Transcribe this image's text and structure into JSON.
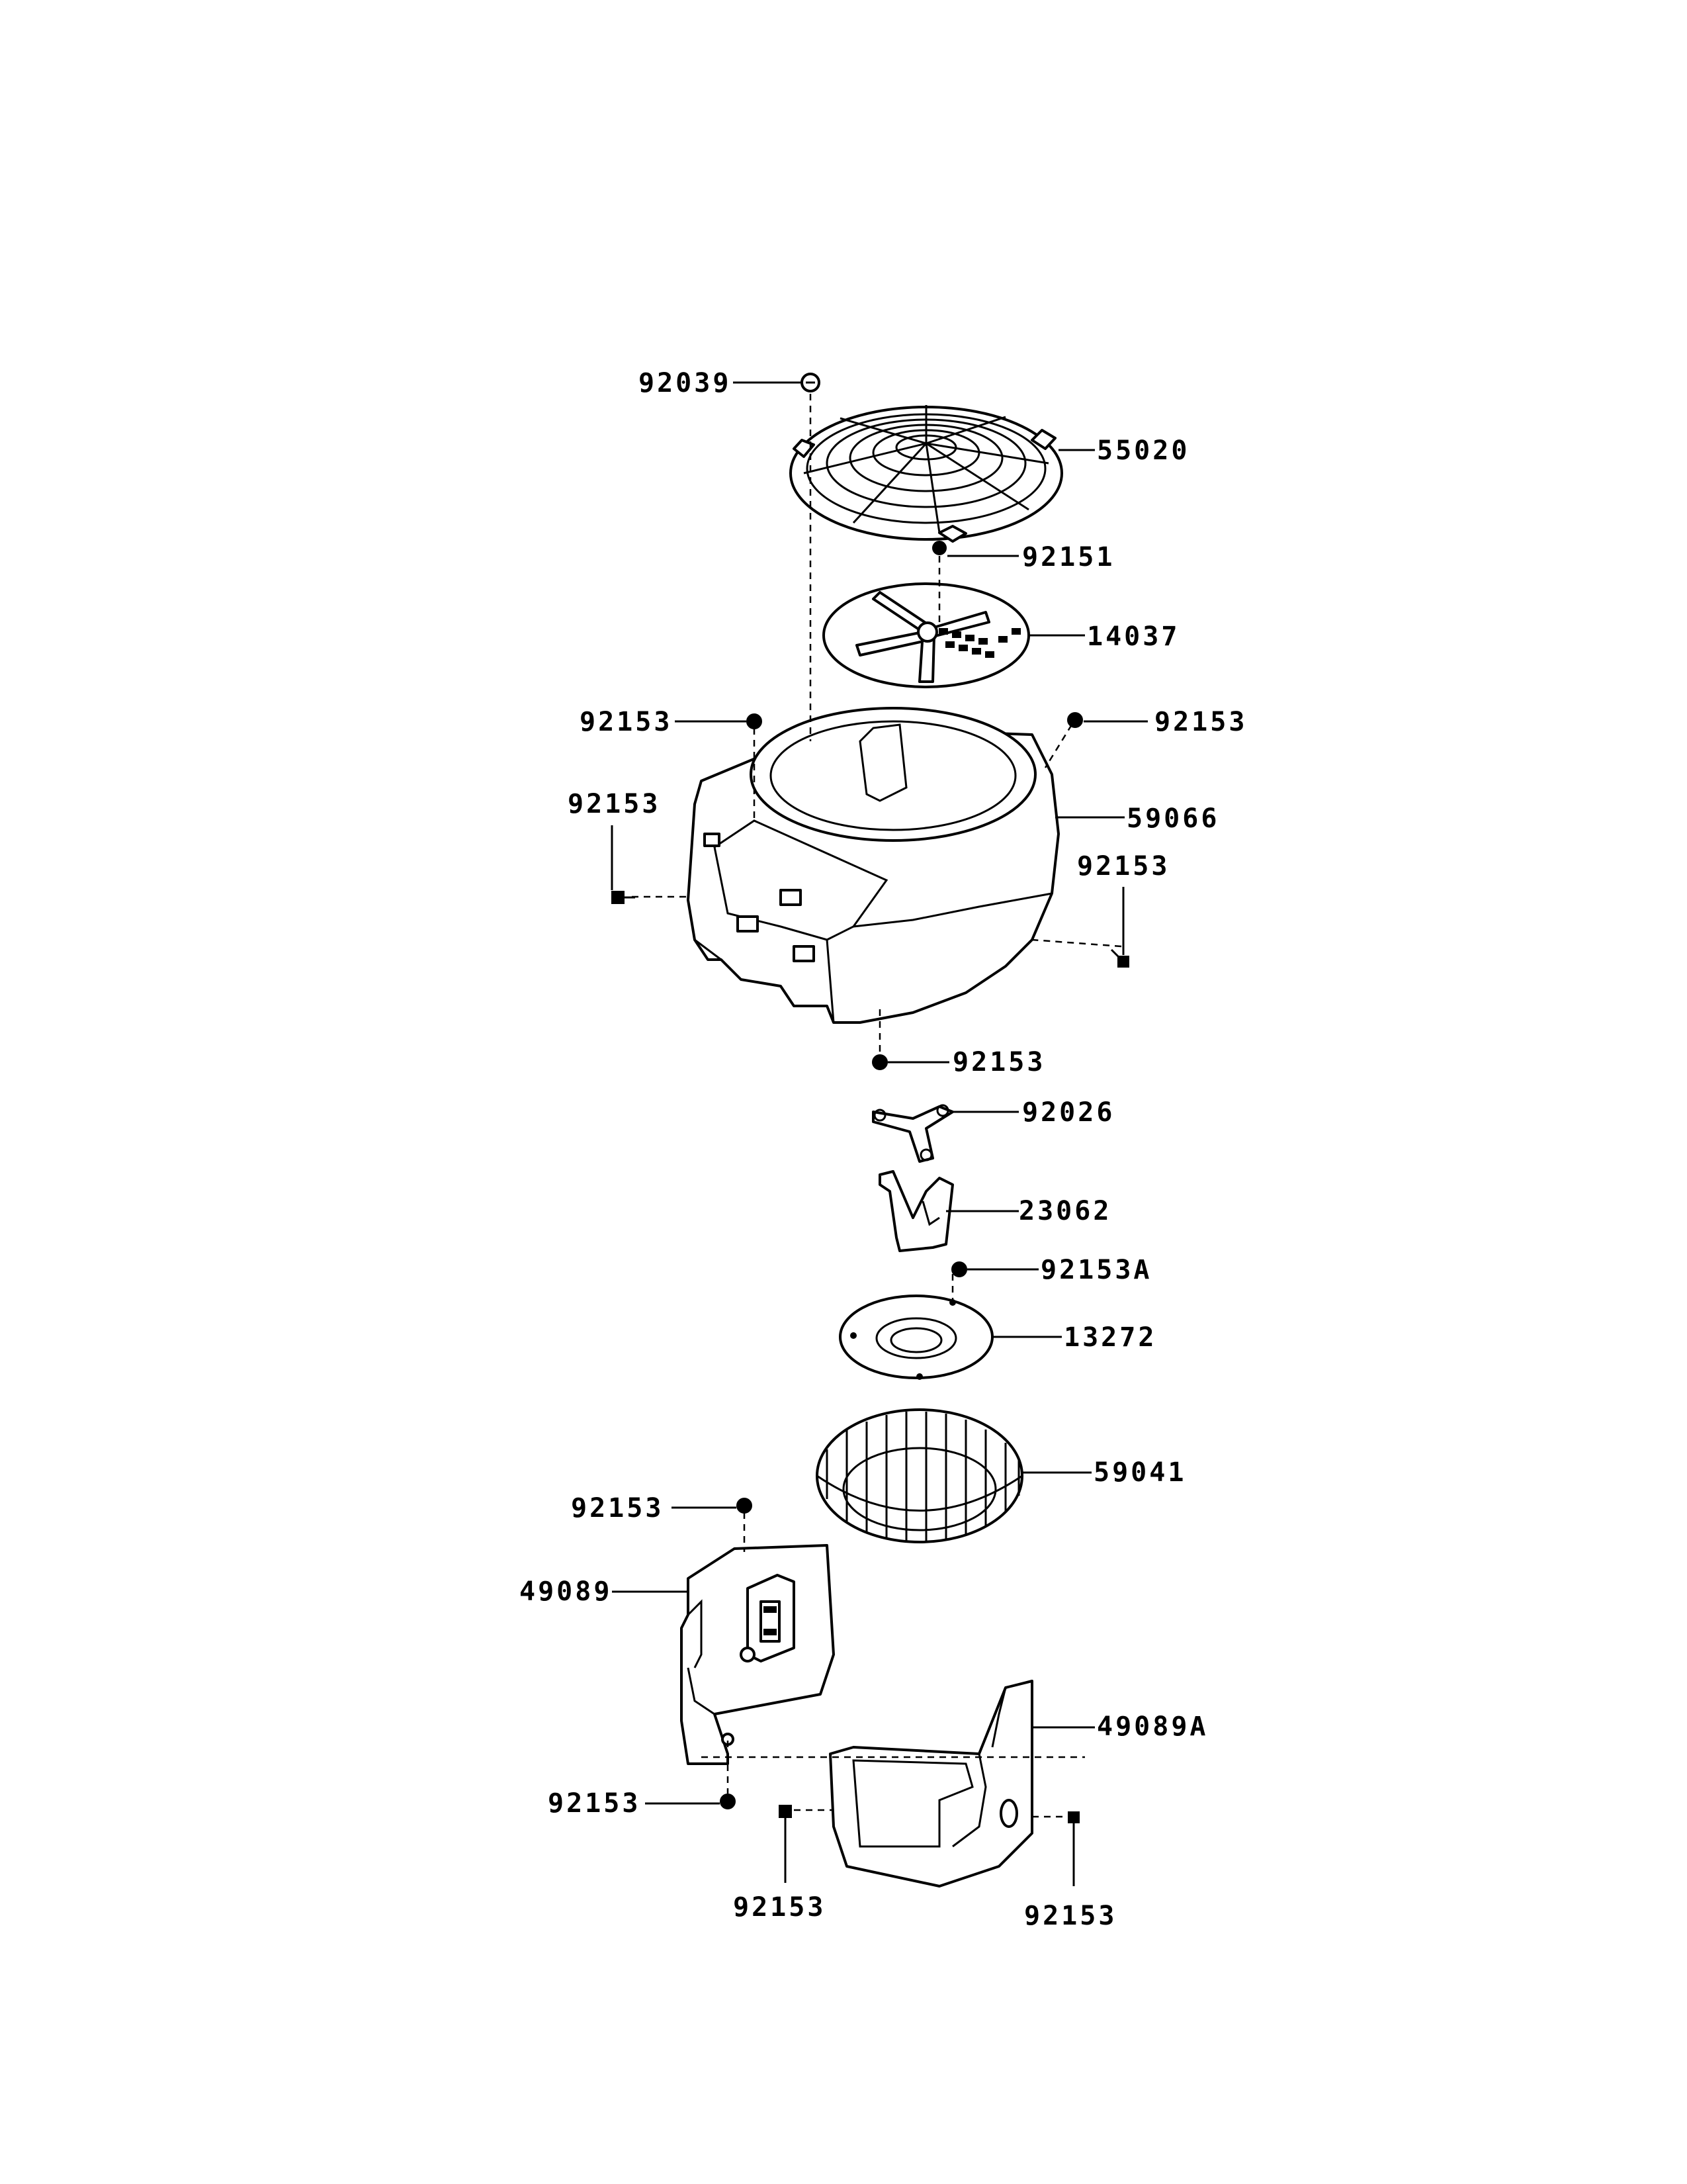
{
  "callouts": [
    {
      "id": "c01",
      "text": "92039"
    },
    {
      "id": "c02",
      "text": "55020"
    },
    {
      "id": "c03",
      "text": "92151"
    },
    {
      "id": "c04",
      "text": "14037"
    },
    {
      "id": "c05",
      "text": "92153"
    },
    {
      "id": "c06",
      "text": "92153"
    },
    {
      "id": "c07",
      "text": "92153"
    },
    {
      "id": "c08",
      "text": "59066"
    },
    {
      "id": "c09",
      "text": "92153"
    },
    {
      "id": "c10",
      "text": "92153"
    },
    {
      "id": "c11",
      "text": "92026"
    },
    {
      "id": "c12",
      "text": "23062"
    },
    {
      "id": "c13",
      "text": "92153A"
    },
    {
      "id": "c14",
      "text": "13272"
    },
    {
      "id": "c15",
      "text": "59041"
    },
    {
      "id": "c16",
      "text": "92153"
    },
    {
      "id": "c17",
      "text": "49089"
    },
    {
      "id": "c18",
      "text": "49089A"
    },
    {
      "id": "c19",
      "text": "92153"
    },
    {
      "id": "c20",
      "text": "92153"
    },
    {
      "id": "c21",
      "text": "92153"
    }
  ]
}
